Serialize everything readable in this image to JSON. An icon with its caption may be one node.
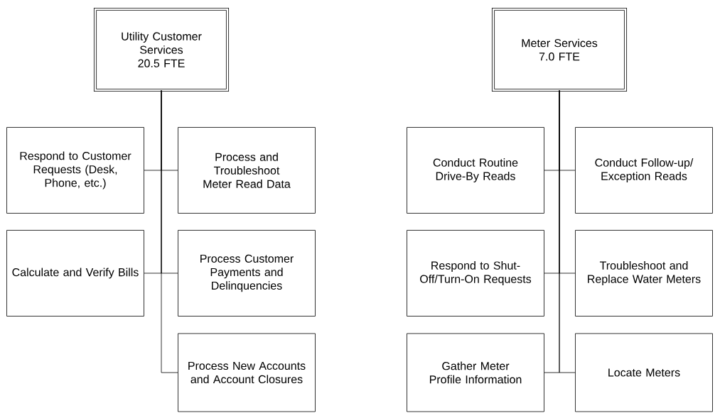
{
  "diagram": {
    "nodes": [
      {
        "text": [
          "Utility Customer Services",
          "20.5 FTE"
        ]
      },
      {
        "text": [
          "Respond to Customer Requests (Desk, Phone, etc.)"
        ]
      },
      {
        "text": [
          "Process and Troubleshoot Meter Read Data"
        ]
      },
      {
        "text": [
          "Calculate and Verify Bills"
        ]
      },
      {
        "text": [
          "Process Customer Payments and Delinquencies"
        ]
      },
      {
        "text": [
          "Process New Accounts and Account Closures"
        ]
      },
      {
        "text": [
          "Meter Services",
          "7.0 FTE"
        ]
      },
      {
        "text": [
          "Conduct Routine Drive-By Reads"
        ]
      },
      {
        "text": [
          "Conduct Follow-up/ Exception Reads"
        ]
      },
      {
        "text": [
          "Respond to Shut-Off/Turn-On Requests"
        ]
      },
      {
        "text": [
          "Troubleshoot and Replace Water Meters"
        ]
      },
      {
        "text": [
          "Gather Meter Profile Information"
        ]
      },
      {
        "text": [
          "Locate Meters"
        ]
      }
    ],
    "edges": [
      {
        "from": 0,
        "to": 1,
        "arrow": "none"
      },
      {
        "from": 0,
        "to": 2,
        "arrow": "none"
      },
      {
        "from": 0,
        "to": 3,
        "arrow": "none"
      },
      {
        "from": 0,
        "to": 4,
        "arrow": "none"
      },
      {
        "from": 0,
        "to": 5,
        "arrow": "none"
      },
      {
        "from": 6,
        "to": 7,
        "arrow": "none"
      },
      {
        "from": 6,
        "to": 8,
        "arrow": "none"
      },
      {
        "from": 6,
        "to": 9,
        "arrow": "none"
      },
      {
        "from": 6,
        "to": 10,
        "arrow": "none"
      },
      {
        "from": 6,
        "to": 11,
        "arrow": "none"
      },
      {
        "from": 6,
        "to": 12,
        "arrow": "none"
      }
    ]
  }
}
